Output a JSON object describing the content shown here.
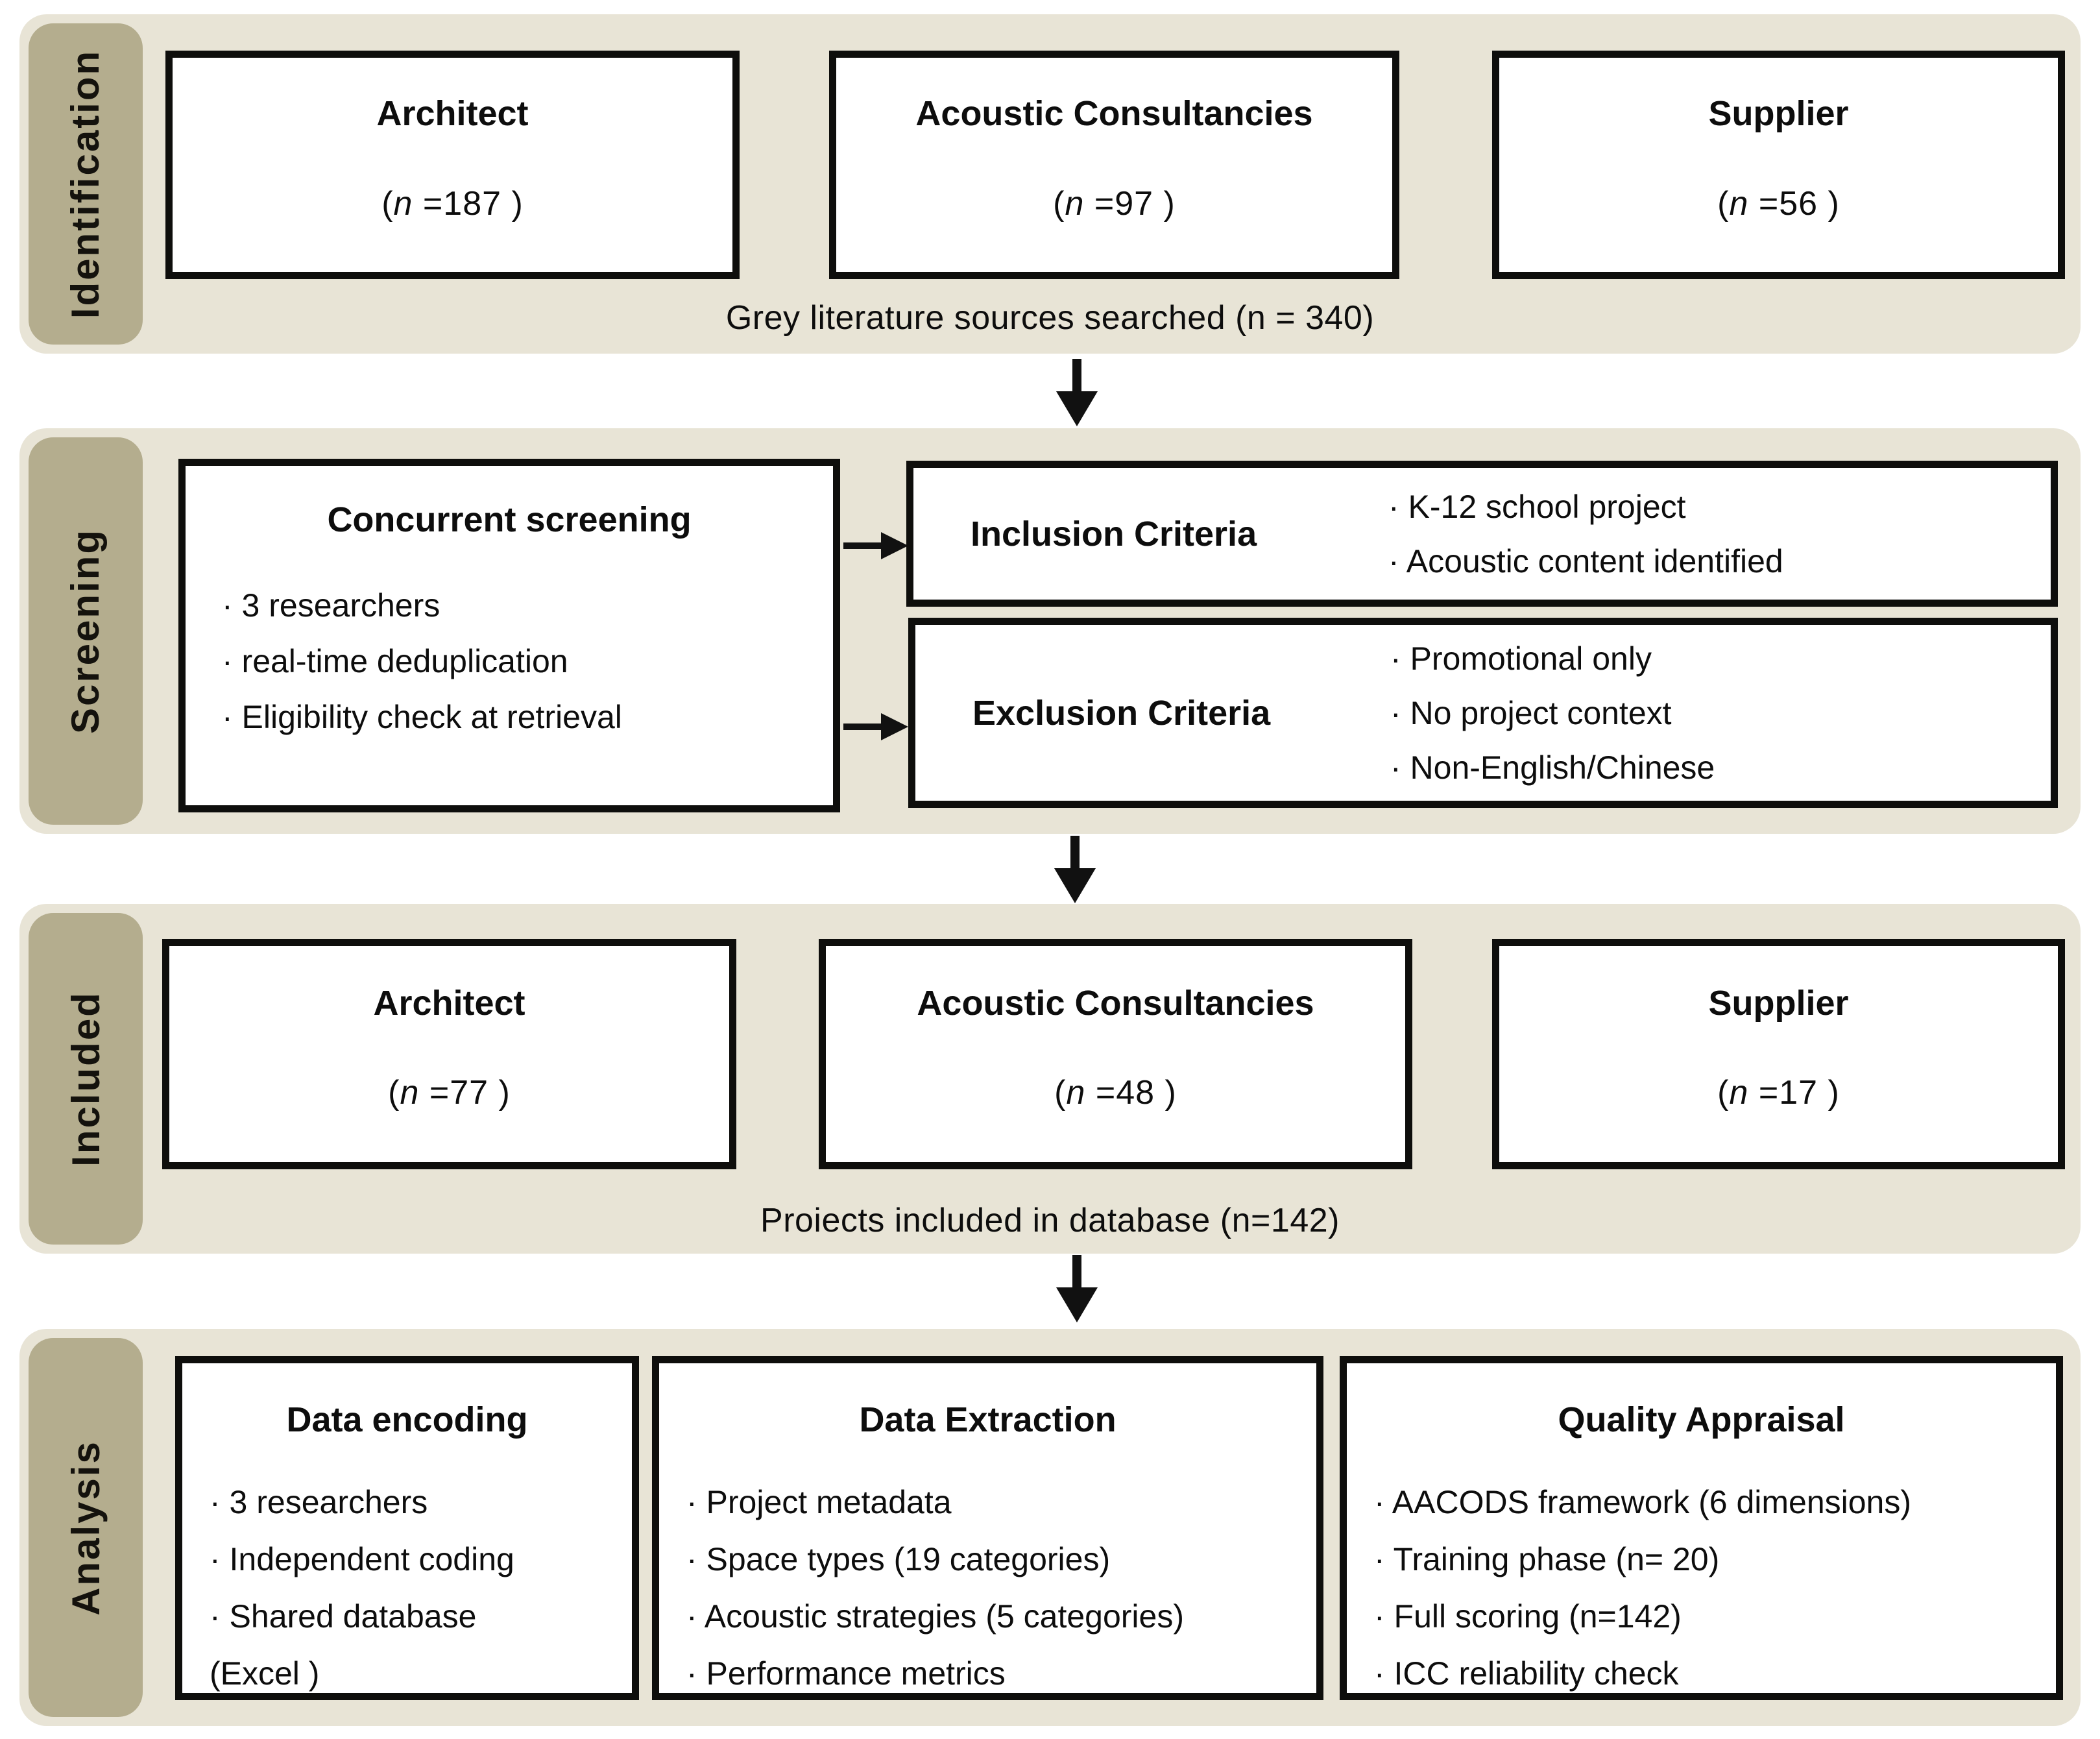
{
  "palette": {
    "band_bg": "#e8e4d6",
    "label_bg": "#b4ad8e",
    "box_border": "#0e0e0c",
    "text": "#0d0d0d",
    "arrow": "#111111"
  },
  "bands": [
    {
      "label": "Identification",
      "boxes": [
        {
          "title": "Architect",
          "count": {
            "open": "(",
            "n": "n",
            "rest": " =187 )"
          }
        },
        {
          "title": "Acoustic Consultancies",
          "count": {
            "open": "(",
            "n": "n",
            "rest": " =97 )"
          }
        },
        {
          "title": "Supplier",
          "count": {
            "open": "(",
            "n": "n",
            "rest": " =56 )"
          }
        }
      ],
      "caption": "Grey literature sources searched (n = 340)"
    },
    {
      "label": "Screening",
      "concurrent": {
        "title": "Concurrent screening",
        "bullets": [
          "· 3 researchers",
          "· real-time deduplication",
          "· Eligibility check at retrieval"
        ]
      },
      "inclusion": {
        "title": "Inclusion Criteria",
        "bullets": [
          "· K-12 school project",
          "· Acoustic content identified"
        ]
      },
      "exclusion": {
        "title": "Exclusion Criteria",
        "bullets": [
          "· Promotional only",
          "· No project context",
          "· Non-English/Chinese"
        ]
      }
    },
    {
      "label": "Included",
      "boxes": [
        {
          "title": "Architect",
          "count": {
            "open": "(",
            "n": "n",
            "rest": " =77 )"
          }
        },
        {
          "title": "Acoustic Consultancies",
          "count": {
            "open": "(",
            "n": "n",
            "rest": " =48 )"
          }
        },
        {
          "title": "Supplier",
          "count": {
            "open": "(",
            "n": "n",
            "rest": " =17 )"
          }
        }
      ],
      "caption": "Proiects included in database (n=142)"
    },
    {
      "label": "Analysis",
      "columns": [
        {
          "title": "Data encoding",
          "bullets": [
            "· 3 researchers",
            "· Independent coding",
            "· Shared database",
            "(Excel )"
          ]
        },
        {
          "title": "Data Extraction",
          "bullets": [
            "· Project metadata",
            "· Space types (19 categories)",
            "· Acoustic strategies (5 categories)",
            "· Performance metrics"
          ]
        },
        {
          "title": "Quality Appraisal",
          "bullets": [
            "· AACODS framework (6 dimensions)",
            "· Training phase (n= 20)",
            "· Full scoring (n=142)",
            "· ICC reliability check"
          ]
        }
      ]
    }
  ]
}
